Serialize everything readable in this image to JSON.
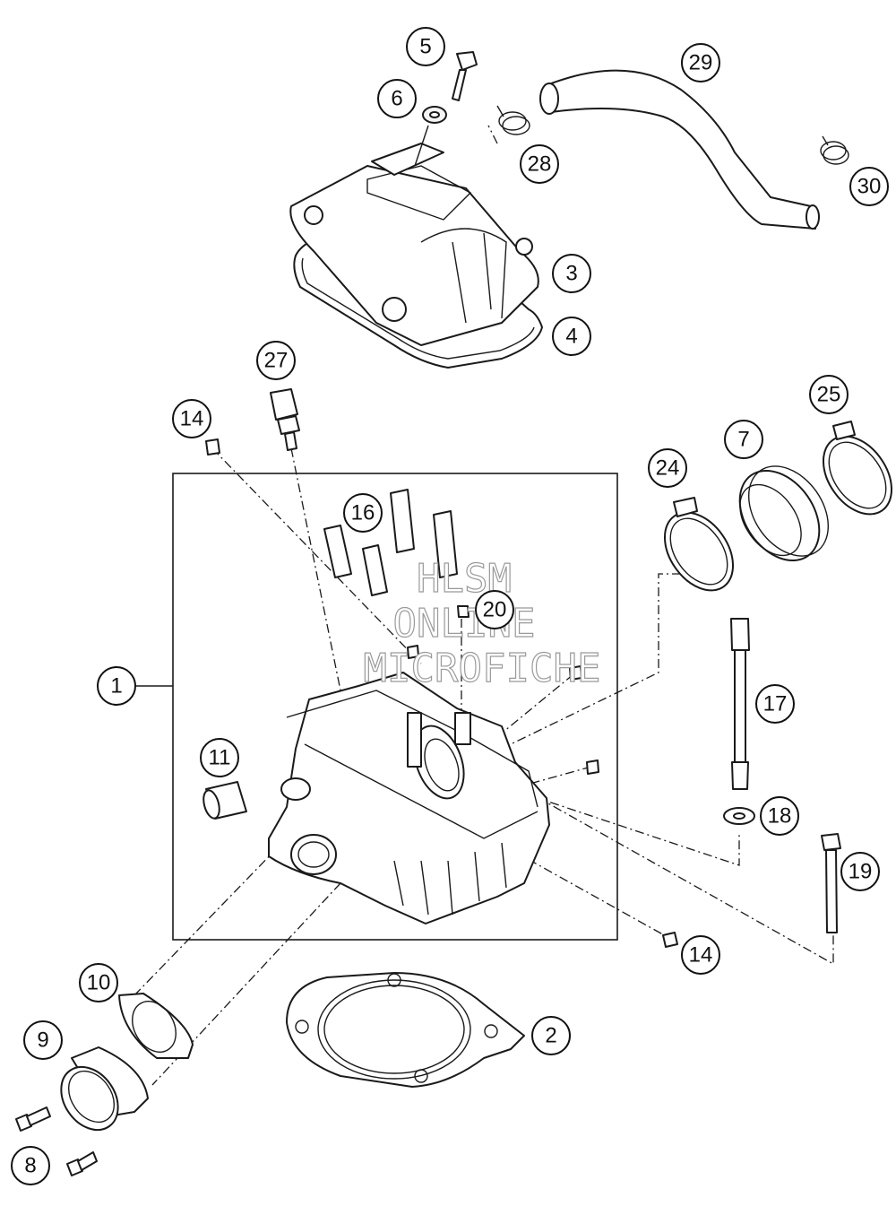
{
  "watermark": {
    "line1": "HLSM",
    "line2": "ONLINE",
    "line3": "MICROFICHE"
  },
  "callouts": [
    {
      "label": "1"
    },
    {
      "label": "2"
    },
    {
      "label": "3"
    },
    {
      "label": "4"
    },
    {
      "label": "5"
    },
    {
      "label": "6"
    },
    {
      "label": "7"
    },
    {
      "label": "8"
    },
    {
      "label": "9"
    },
    {
      "label": "10"
    },
    {
      "label": "11"
    },
    {
      "label": "14"
    },
    {
      "label": "14"
    },
    {
      "label": "16"
    },
    {
      "label": "17"
    },
    {
      "label": "18"
    },
    {
      "label": "19"
    },
    {
      "label": "20"
    },
    {
      "label": "24"
    },
    {
      "label": "25"
    },
    {
      "label": "27"
    },
    {
      "label": "28"
    },
    {
      "label": "29"
    },
    {
      "label": "30"
    }
  ]
}
